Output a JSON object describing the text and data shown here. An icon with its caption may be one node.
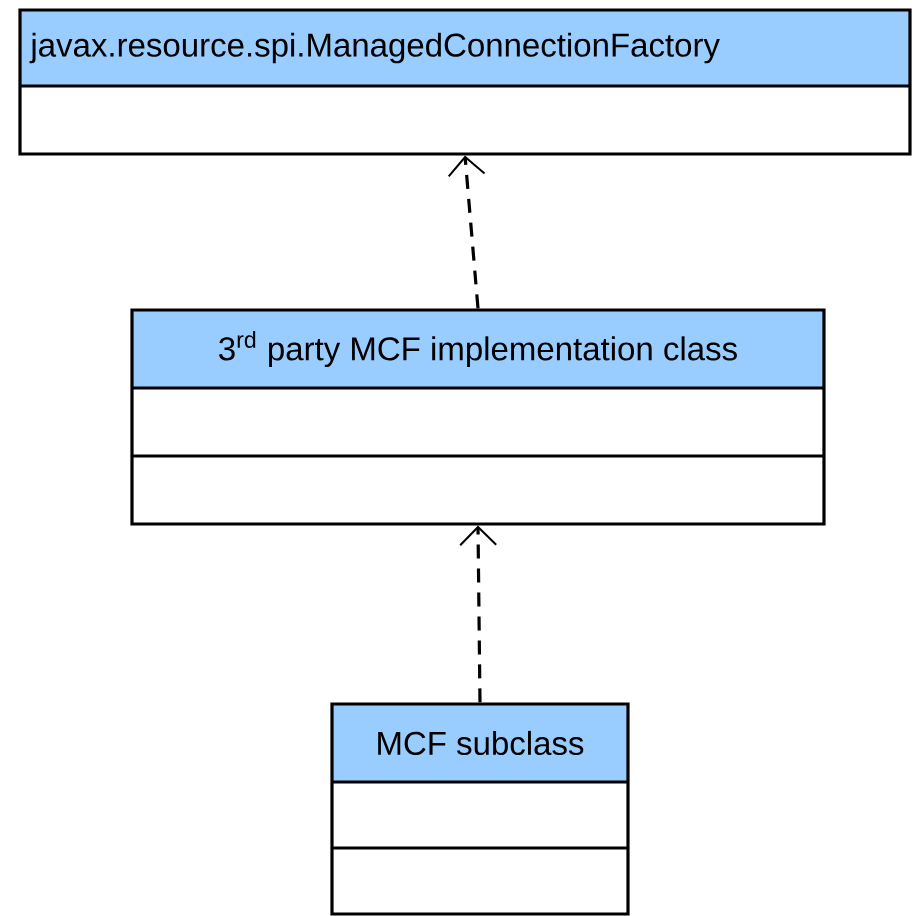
{
  "diagram": {
    "nodes": [
      {
        "text": [
          "javax.resource.spi.ManagedConnectionFactory"
        ]
      },
      {
        "text": [
          "3$^{rd}$ party MCF implementation class"
        ]
      },
      {
        "text": [
          "MCF subclass"
        ]
      }
    ],
    "edges": [
      {
        "from": 1,
        "to": 0,
        "arrow": "to",
        "style": "dashed"
      },
      {
        "from": 2,
        "to": 1,
        "arrow": "to",
        "style": "dashed"
      }
    ]
  }
}
